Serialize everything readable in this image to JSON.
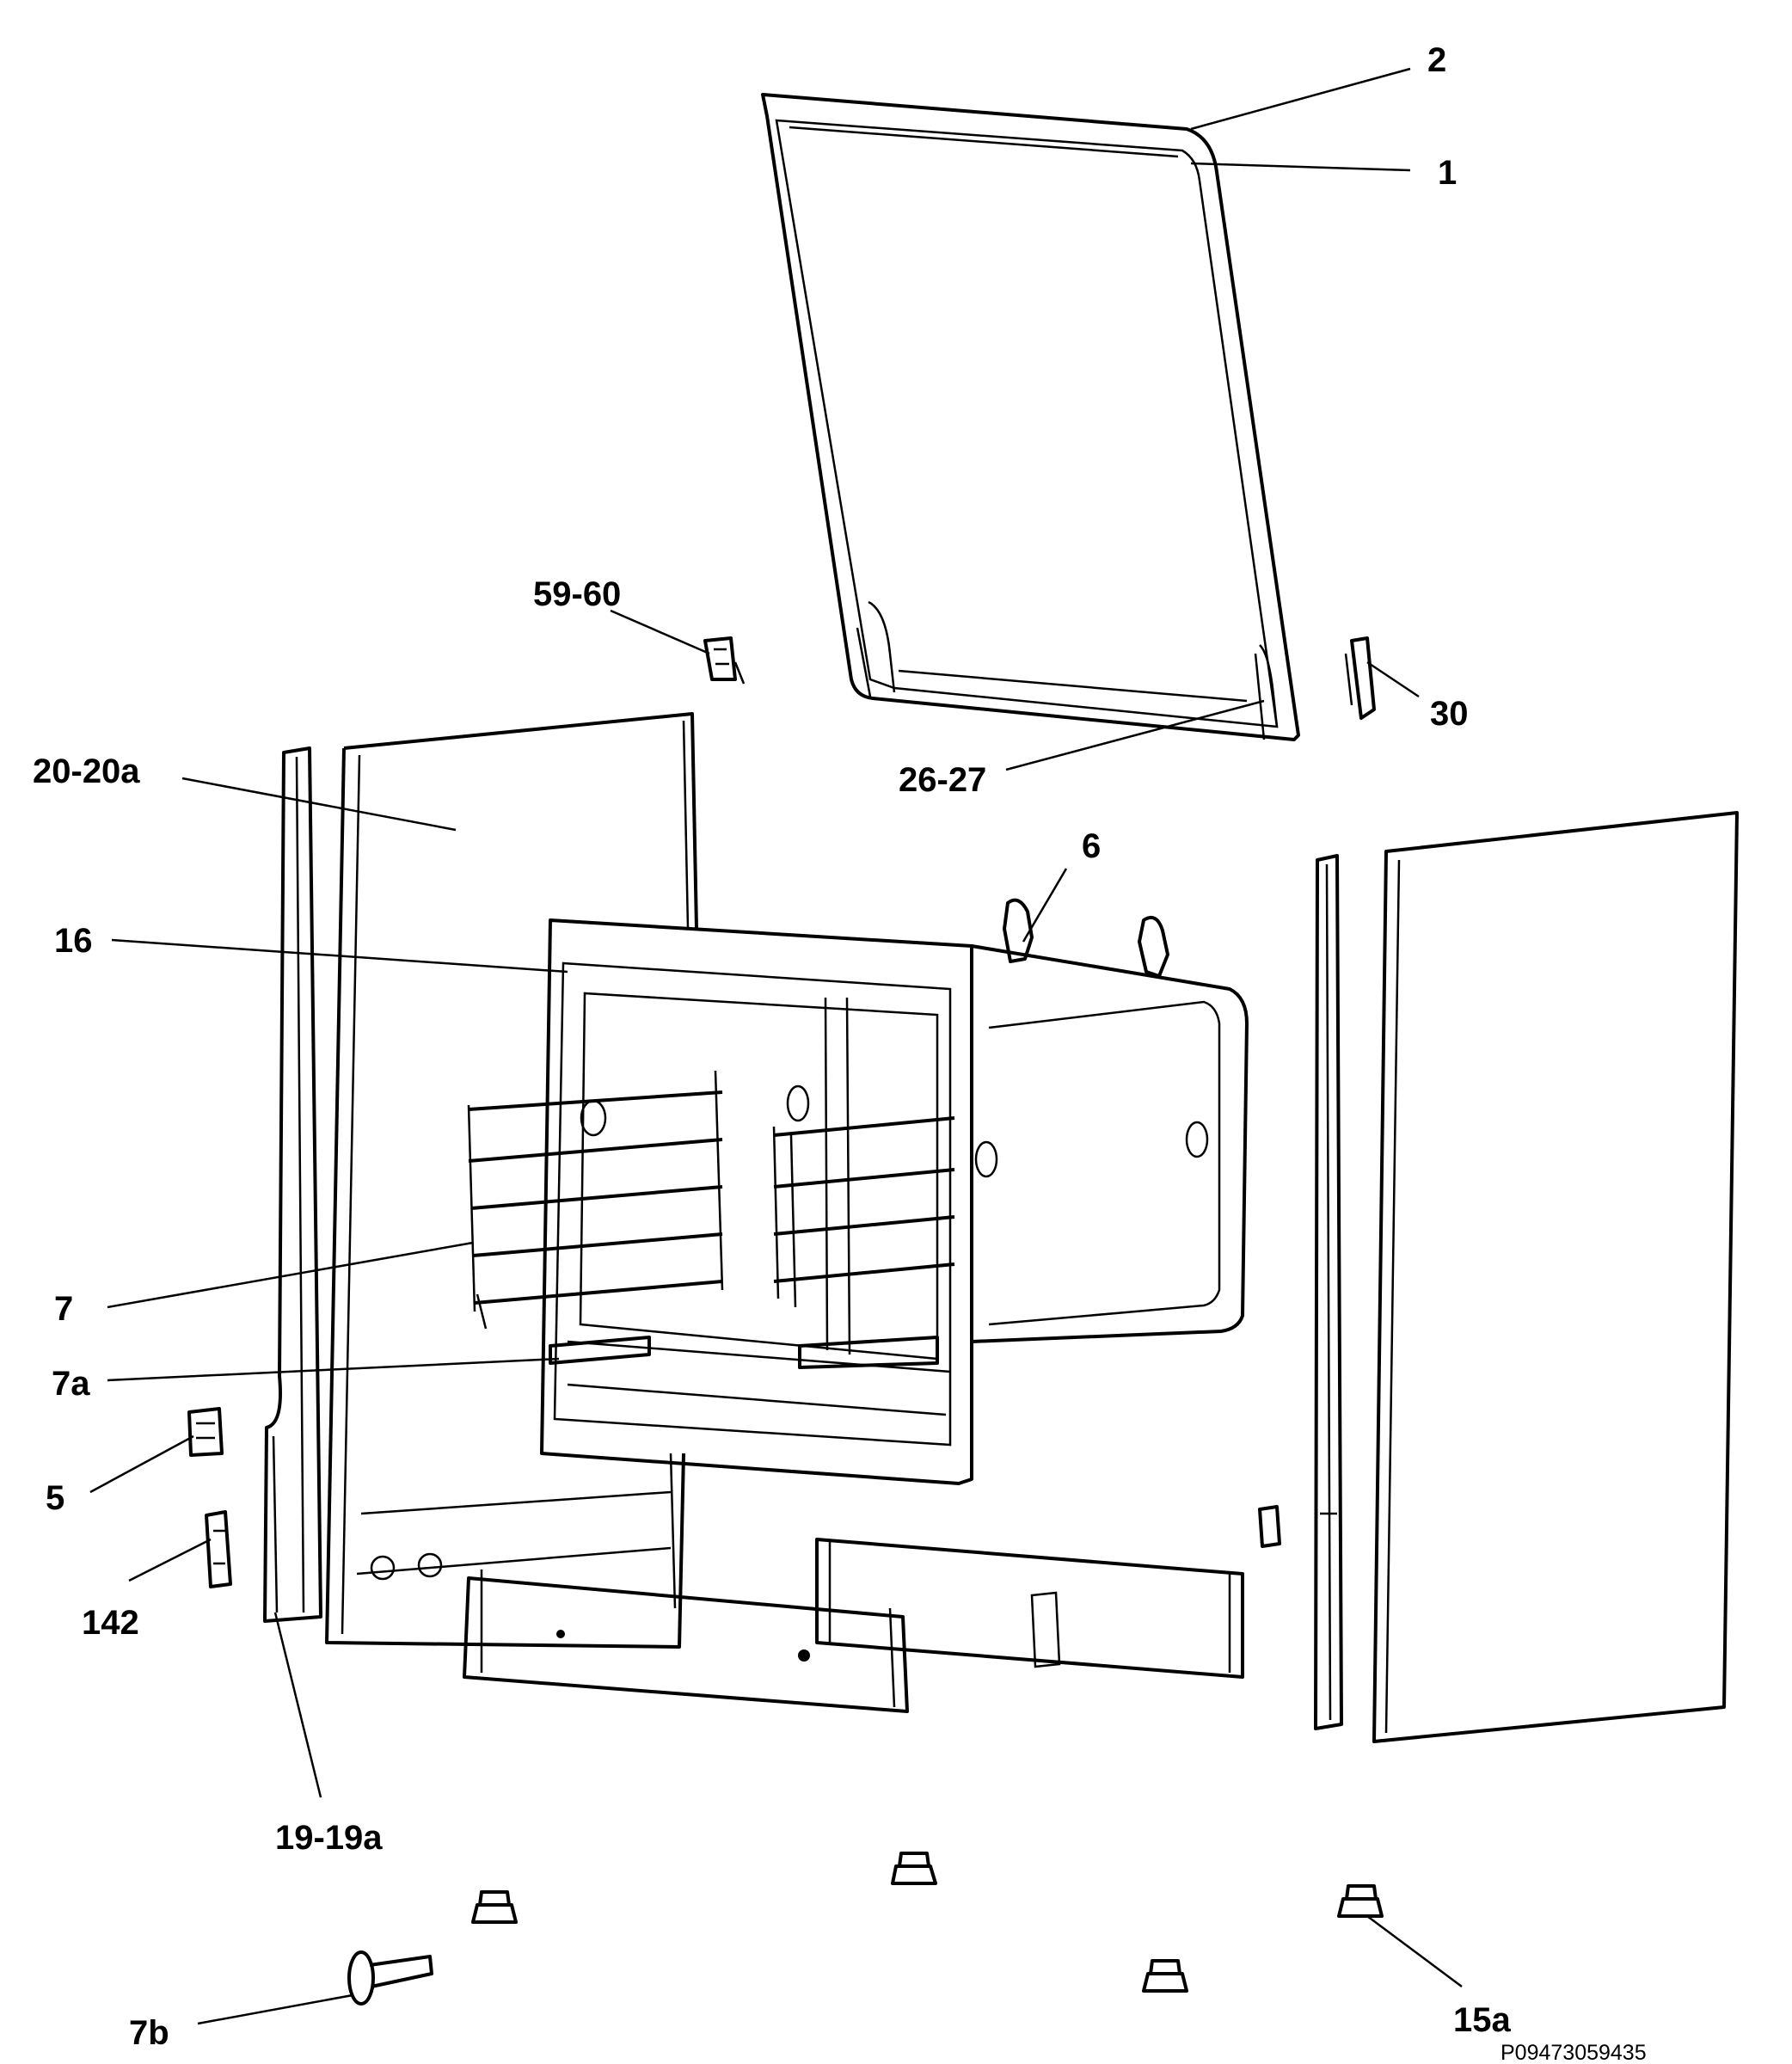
{
  "callouts": {
    "c2": "2",
    "c1": "1",
    "c59_60": "59-60",
    "c30": "30",
    "c26_27": "26-27",
    "c20_20a": "20-20a",
    "c6": "6",
    "c16": "16",
    "c7": "7",
    "c7a": "7a",
    "c5": "5",
    "c142": "142",
    "c19_19a": "19-19a",
    "c7b": "7b",
    "c15a": "15a"
  },
  "footer_code": "P09473059435"
}
